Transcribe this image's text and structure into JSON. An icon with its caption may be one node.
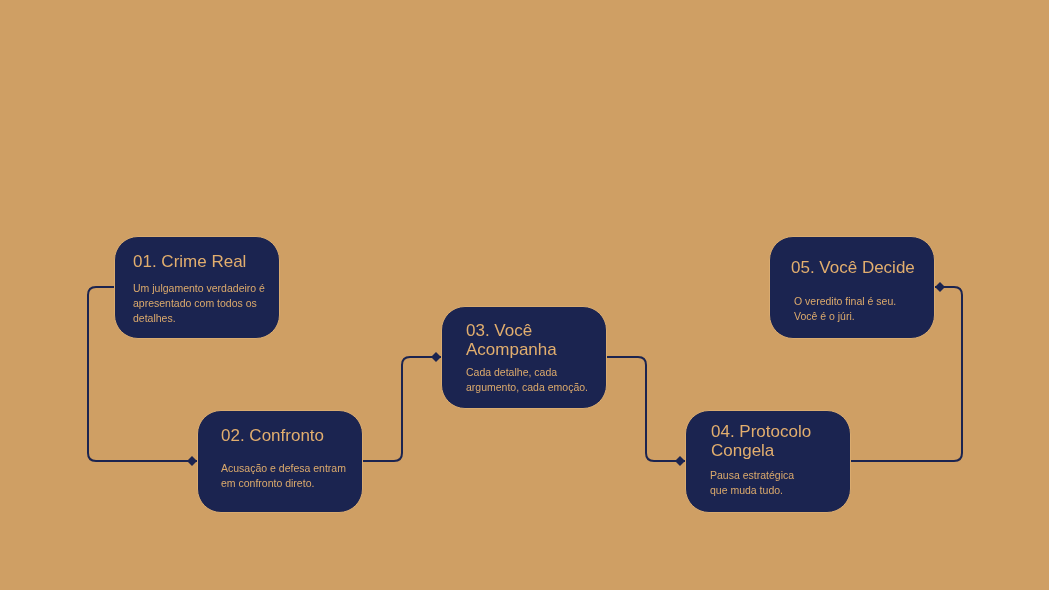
{
  "diagram": {
    "nodes": [
      {
        "text": [
          "01. Crime Real",
          "Um julgamento verdadeiro é apresentado com todos os detalhes."
        ]
      },
      {
        "text": [
          "02. Confronto",
          "Acusação e defesa entram em confronto direto."
        ]
      },
      {
        "text": [
          "03. Você Acompanha",
          "Cada detalhe, cada argumento, cada emoção."
        ]
      },
      {
        "text": [
          "04. Protocolo Congela",
          "Pausa estratégica que muda tudo."
        ]
      },
      {
        "text": [
          "05. Você Decide",
          "O veredito final é seu. Você é o júri."
        ]
      }
    ],
    "edges": [
      {
        "from": 0,
        "to": 1,
        "arrow": "other"
      },
      {
        "from": 1,
        "to": 2,
        "arrow": "other"
      },
      {
        "from": 2,
        "to": 3,
        "arrow": "other"
      },
      {
        "from": 3,
        "to": 4,
        "arrow": "other"
      }
    ]
  }
}
